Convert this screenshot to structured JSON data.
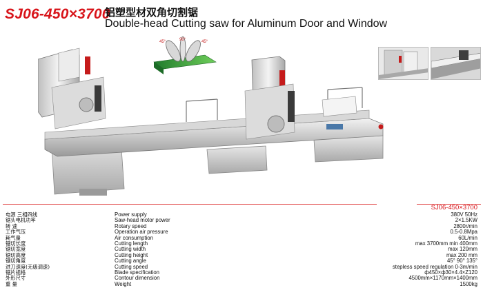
{
  "header": {
    "model": "SJ06-450×3700",
    "title_cn": "铝塑型材双角切割锯",
    "title_en": "Double-head Cutting saw for Aluminum Door and Window"
  },
  "diagram": {
    "angles": [
      "45°",
      "90°",
      "45°"
    ]
  },
  "spec_table": {
    "model_header": "SJ06-450×3700",
    "rows": [
      {
        "cn": "电源 三相四线",
        "en": "Power supply",
        "value": "380V  50Hz"
      },
      {
        "cn": "锯头电机功率",
        "en": "Saw-head motor power",
        "value": "2×1.5KW"
      },
      {
        "cn": "转      速",
        "en": "Rotary speed",
        "value": "2800r/min"
      },
      {
        "cn": "工作气压",
        "en": "Operation air pressure",
        "value": "0.5-0.8Mpa"
      },
      {
        "cn": "耗气量",
        "en": "Air consumption",
        "value": "60L/min"
      },
      {
        "cn": "锯切长度",
        "en": "Cutting length",
        "value": "max 3700mm  min 400mm"
      },
      {
        "cn": "锯切宽度",
        "en": "Cutting width",
        "value": "max 120mm"
      },
      {
        "cn": "锯切高度",
        "en": "Cutting height",
        "value": "max  200 mm"
      },
      {
        "cn": "锯切角度",
        "en": "Cutting angle",
        "value": "45°  90°  135°"
      },
      {
        "cn": "进刀速度(无级调速)",
        "en": "Cutting speed",
        "value": "stepless speed regulation   0-3m/min"
      },
      {
        "cn": "锯片规格",
        "en": "Blade specification",
        "value": "ф450×ф30×4.4×Z120"
      },
      {
        "cn": "外形尺寸",
        "en": "Contour dimension",
        "value": "4500mm×1170mm×1400mm"
      },
      {
        "cn": "重      量",
        "en": "Weight",
        "value": "1500kg"
      }
    ]
  },
  "colors": {
    "accent_red": "#d8141a",
    "machine_gray": "#c9c9c9",
    "profile_green": "#2e8b3a"
  }
}
